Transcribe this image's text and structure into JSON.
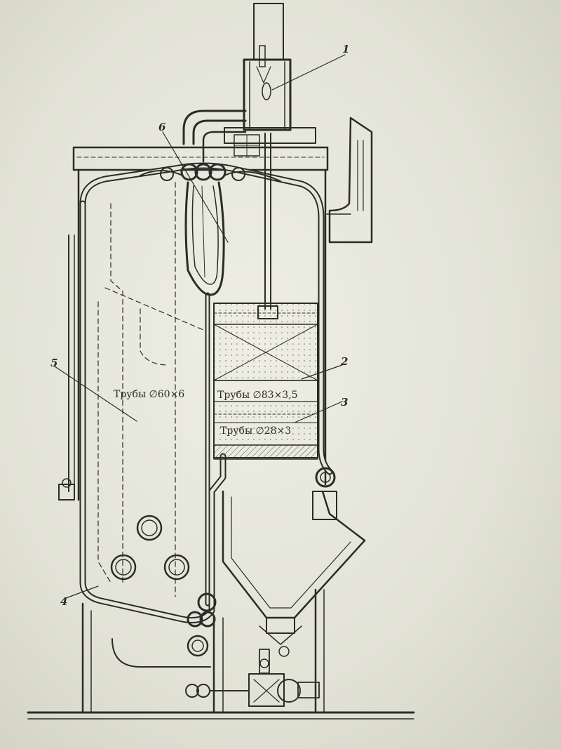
{
  "colors": {
    "ink": "#2b2b27",
    "paper": "#e6e7da",
    "hatch": "#55554e"
  },
  "callouts": [
    "1",
    "2",
    "3",
    "4",
    "5",
    "6"
  ],
  "tube_labels": [
    "Трубы ∅60×6",
    "Трубы ∅83×3,5",
    "Трубы ∅28×3"
  ]
}
